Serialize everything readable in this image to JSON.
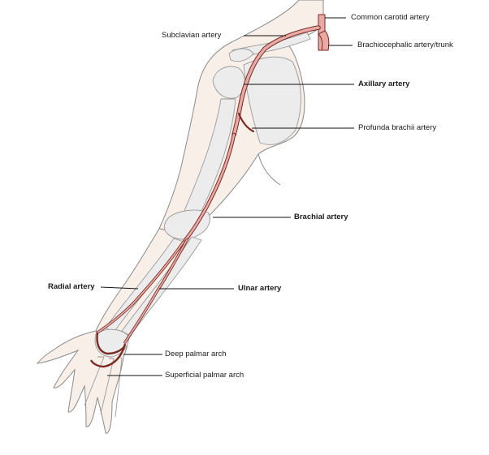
{
  "labels": {
    "common_carotid": "Common carotid artery",
    "subclavian": "Subclavian artery",
    "brachiocephalic": "Brachiocephalic artery/trunk",
    "axillary": "Axillary artery",
    "profunda": "Profunda brachii artery",
    "brachial": "Brachial artery",
    "radial": "Radial artery",
    "ulnar": "Ulnar artery",
    "deep_palmar": "Deep palmar arch",
    "superficial_palmar": "Superficial palmar arch"
  },
  "colors": {
    "skin_fill": "#f8efe9",
    "skin_outline": "#8a8a8a",
    "bone_fill": "#ececec",
    "artery_fill": "#e7aaa5",
    "artery_outline": "#7a2a24",
    "leader": "#111111"
  }
}
